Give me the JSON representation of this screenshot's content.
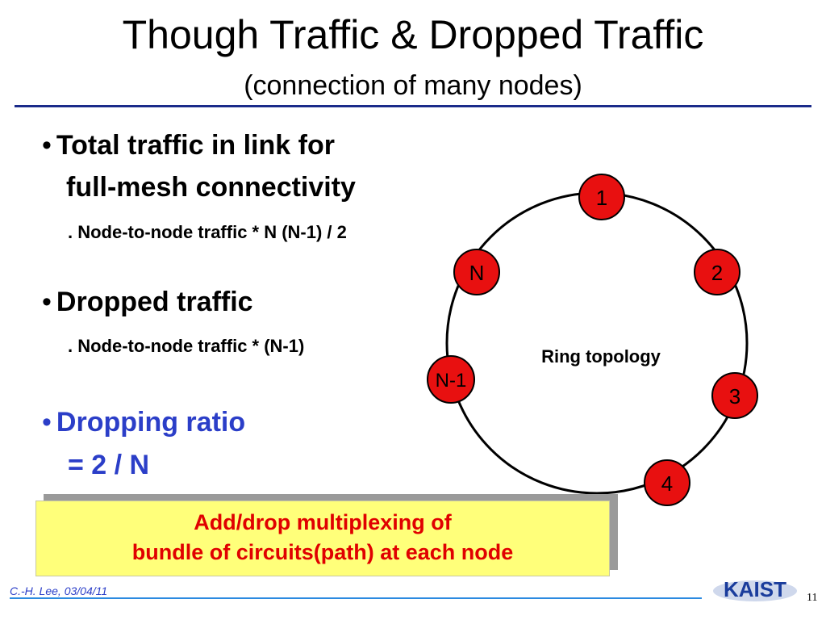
{
  "title": {
    "main": "Though Traffic & Dropped Traffic",
    "sub": "(connection of many nodes)"
  },
  "bullets": [
    {
      "line1": "Total traffic in link for",
      "line2": "full-mesh connectivity",
      "detail": ". Node-to-node traffic * N (N-1) / 2"
    },
    {
      "line1": "Dropped traffic",
      "detail": ". Node-to-node traffic * (N-1)"
    },
    {
      "line1": "Dropping ratio",
      "line2": "= 2 / N"
    }
  ],
  "bullet_symbol": "•",
  "diagram": {
    "label": "Ring topology",
    "nodes": [
      "1",
      "2",
      "3",
      "4",
      "N-1",
      "N"
    ],
    "node_color": "#e81010"
  },
  "callout": {
    "line1": "Add/drop multiplexing of",
    "line2": "bundle of circuits(path) at each node"
  },
  "footer": {
    "author": "C.-H. Lee, 03/04/11",
    "logo_text": "KAIST",
    "page_number": "11"
  },
  "colors": {
    "accent_blue": "#2b3ec8",
    "callout_bg": "#ffff7a",
    "callout_text": "#e00000"
  }
}
